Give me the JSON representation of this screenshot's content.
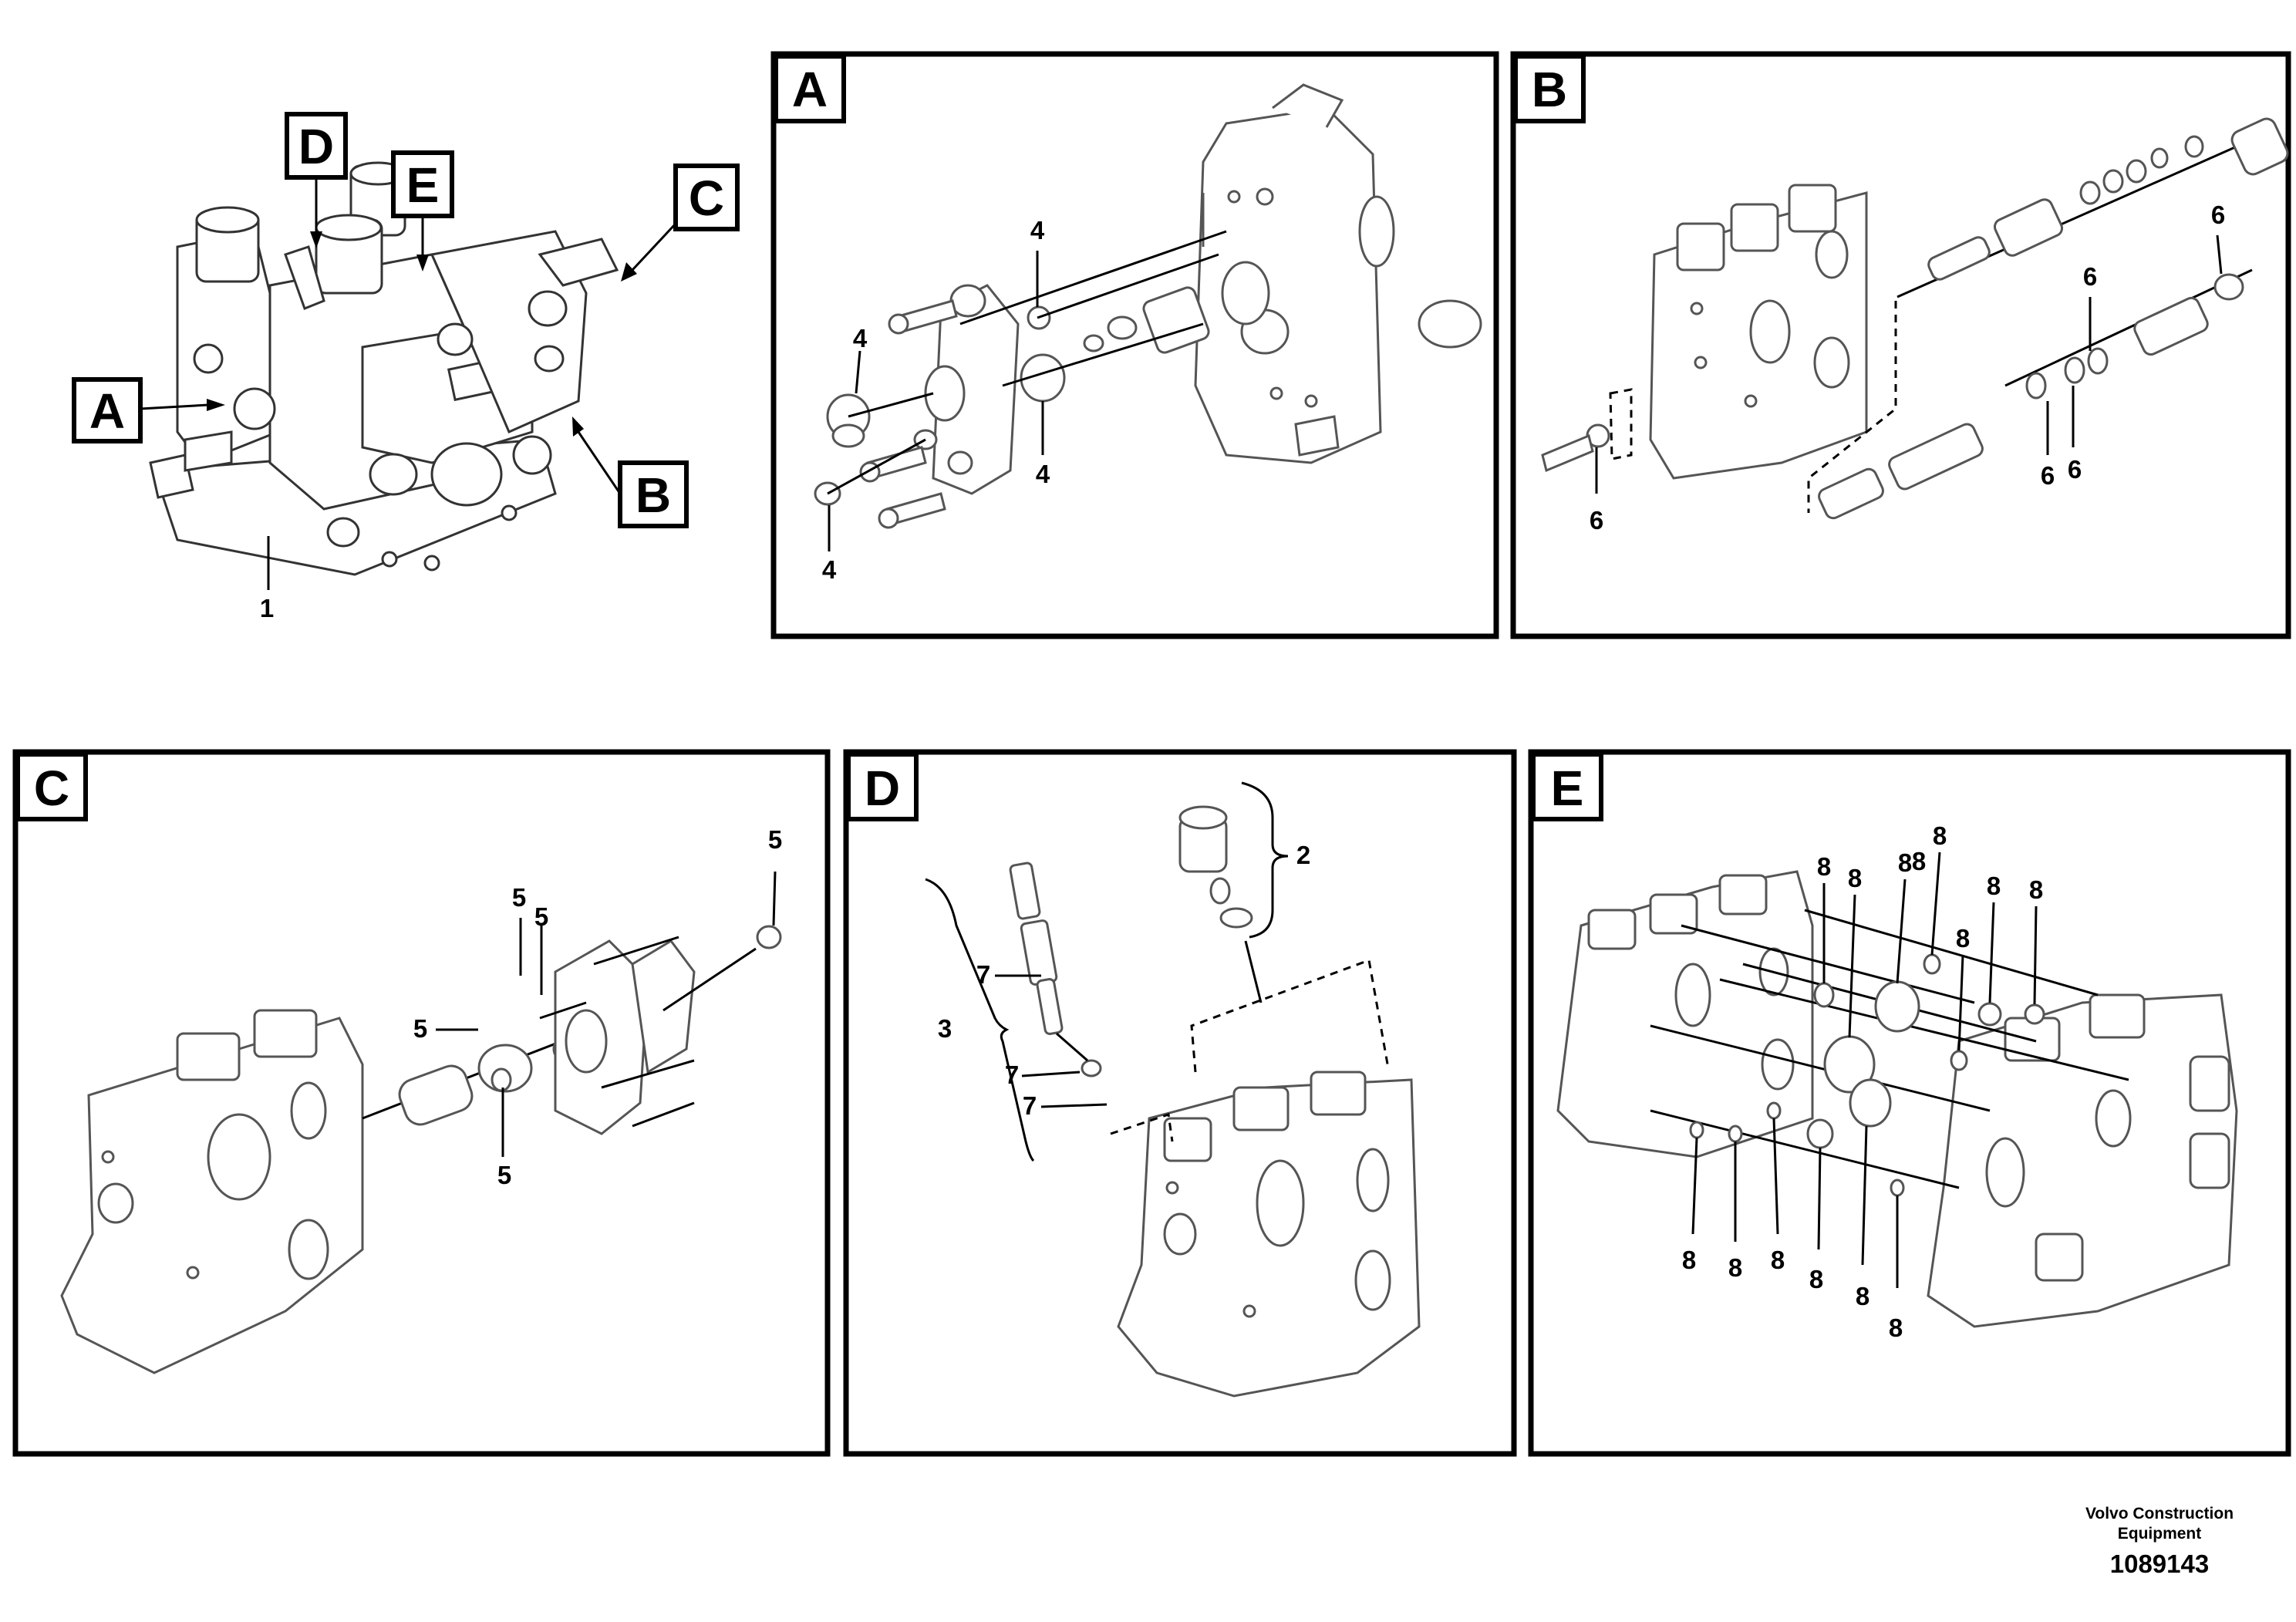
{
  "overview": {
    "callouts": [
      "A",
      "B",
      "C",
      "D",
      "E"
    ],
    "item_label": "1"
  },
  "panels": {
    "a": {
      "letter": "A",
      "labels": [
        "4",
        "4",
        "4",
        "4"
      ]
    },
    "b": {
      "letter": "B",
      "labels": [
        "6",
        "6",
        "6",
        "6",
        "6"
      ]
    },
    "c": {
      "letter": "C",
      "labels": [
        "5",
        "5",
        "5",
        "5",
        "5"
      ]
    },
    "d": {
      "letter": "D",
      "labels": [
        "2",
        "3",
        "7",
        "7",
        "7"
      ]
    },
    "e": {
      "letter": "E",
      "labels": [
        "8",
        "8",
        "8",
        "8",
        "8",
        "8",
        "8",
        "8",
        "8",
        "8",
        "8",
        "8",
        "8",
        "8"
      ]
    }
  },
  "footer": {
    "brand_line1": "Volvo Construction",
    "brand_line2": "Equipment",
    "doc_number": "1089143"
  }
}
